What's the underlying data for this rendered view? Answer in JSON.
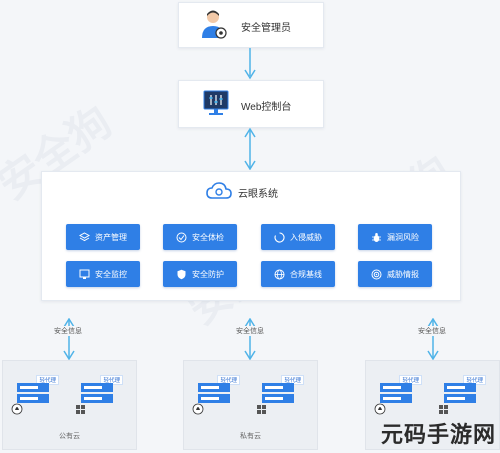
{
  "top_node": {
    "label": "安全管理员"
  },
  "web_node": {
    "label": "Web控制台"
  },
  "system": {
    "title": "云眼系统",
    "modules": [
      {
        "label": "资产管理",
        "icon": "layers-icon"
      },
      {
        "label": "安全体检",
        "icon": "checkup-icon"
      },
      {
        "label": "入侵威胁",
        "icon": "intrusion-icon"
      },
      {
        "label": "漏洞风险",
        "icon": "bug-icon"
      },
      {
        "label": "安全监控",
        "icon": "monitor-icon"
      },
      {
        "label": "安全防护",
        "icon": "shield-icon"
      },
      {
        "label": "合规基线",
        "icon": "globe-icon"
      },
      {
        "label": "威胁情报",
        "icon": "radar-icon"
      }
    ]
  },
  "links": {
    "info_label": "安全信息"
  },
  "clouds": [
    {
      "name": "公有云",
      "agent_label": "轻代理"
    },
    {
      "name": "私有云",
      "agent_label": "轻代理"
    },
    {
      "name": "",
      "agent_label": "轻代理"
    }
  ],
  "watermark": {
    "text": "安全狗"
  },
  "brand": {
    "text": "元码手游网"
  },
  "colors": {
    "accent": "#2f7fe6",
    "arrow": "#4fb3e8"
  }
}
